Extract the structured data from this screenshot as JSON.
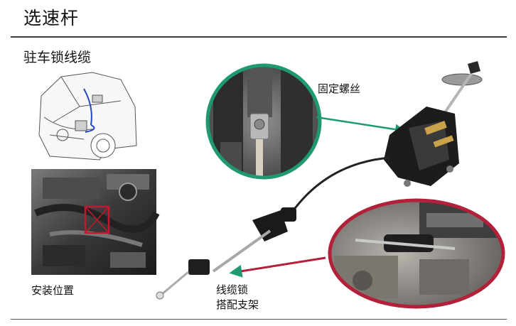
{
  "header": {
    "title": "选速杆"
  },
  "section": {
    "subtitle": "驻车锁线缆"
  },
  "labels": {
    "install_position": "安装位置",
    "fixing_screw": "固定螺丝",
    "cable_lock_line1": "线缆锁",
    "cable_lock_line2": "搭配支架"
  },
  "colors": {
    "accent_green": "#1f9a6e",
    "accent_red": "#b3203a",
    "engine_highlight": "#c2182e",
    "rule": "#3a3a3a"
  },
  "icons": [
    "arrow-icon",
    "car-outline-icon",
    "gear-lever-icon"
  ]
}
